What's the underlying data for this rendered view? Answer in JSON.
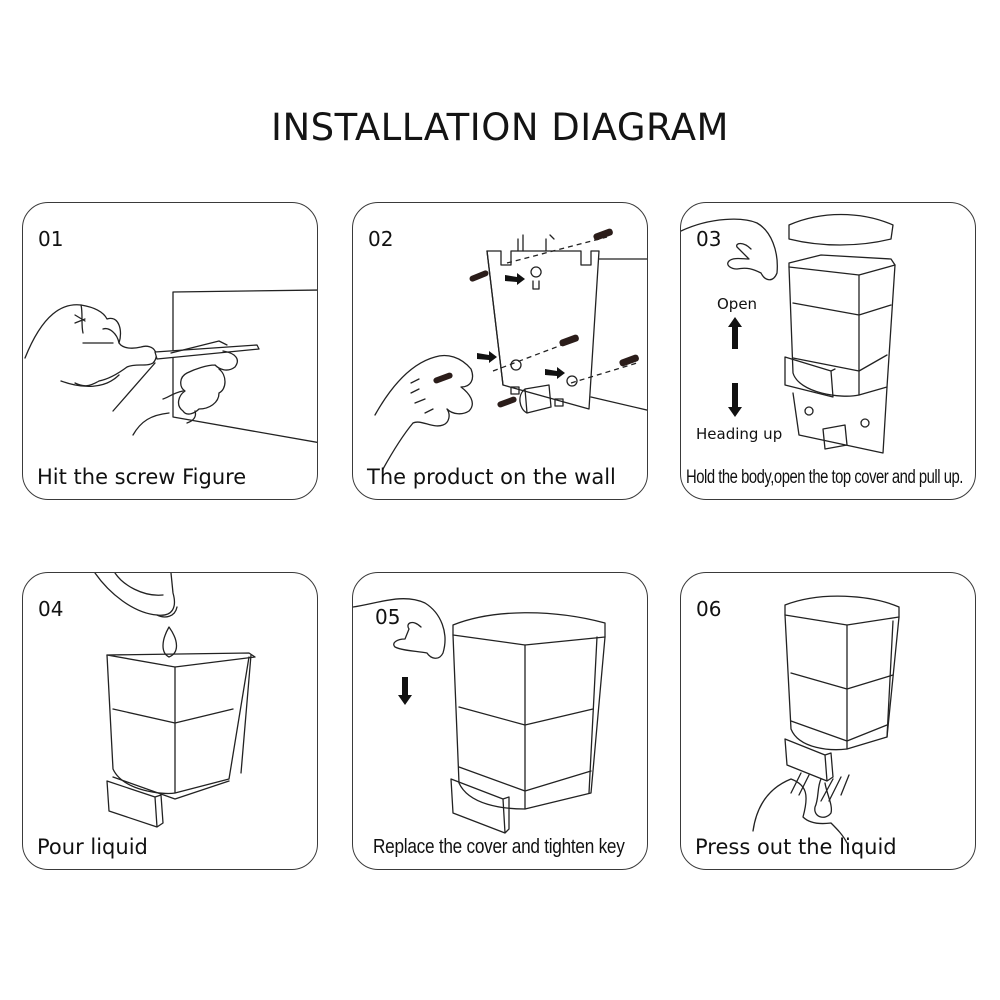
{
  "header": {
    "title": "INSTALLATION DIAGRAM"
  },
  "steps": [
    {
      "number": "01",
      "caption": "Hit the screw Figure",
      "illustration": "hand-hammering-screw-into-wall"
    },
    {
      "number": "02",
      "caption": "The product on the wall",
      "illustration": "mounting-plate-with-screws-and-arrows"
    },
    {
      "number": "03",
      "caption": "Hold the body,open the top cover and pull up.",
      "illustration": "removing-top-cover-from-dispenser",
      "labels": {
        "up": "Open",
        "down": "Heading up"
      }
    },
    {
      "number": "04",
      "caption": "Pour liquid",
      "illustration": "pouring-liquid-into-dispenser"
    },
    {
      "number": "05",
      "caption": "Replace the cover and tighten key",
      "illustration": "replacing-cover-on-dispenser"
    },
    {
      "number": "06",
      "caption": "Press out the liquid",
      "illustration": "hand-pressing-dispenser-button"
    }
  ],
  "colors": {
    "border": "#3a3a3a",
    "line": "#222222",
    "text": "#111111",
    "background": "#ffffff"
  }
}
